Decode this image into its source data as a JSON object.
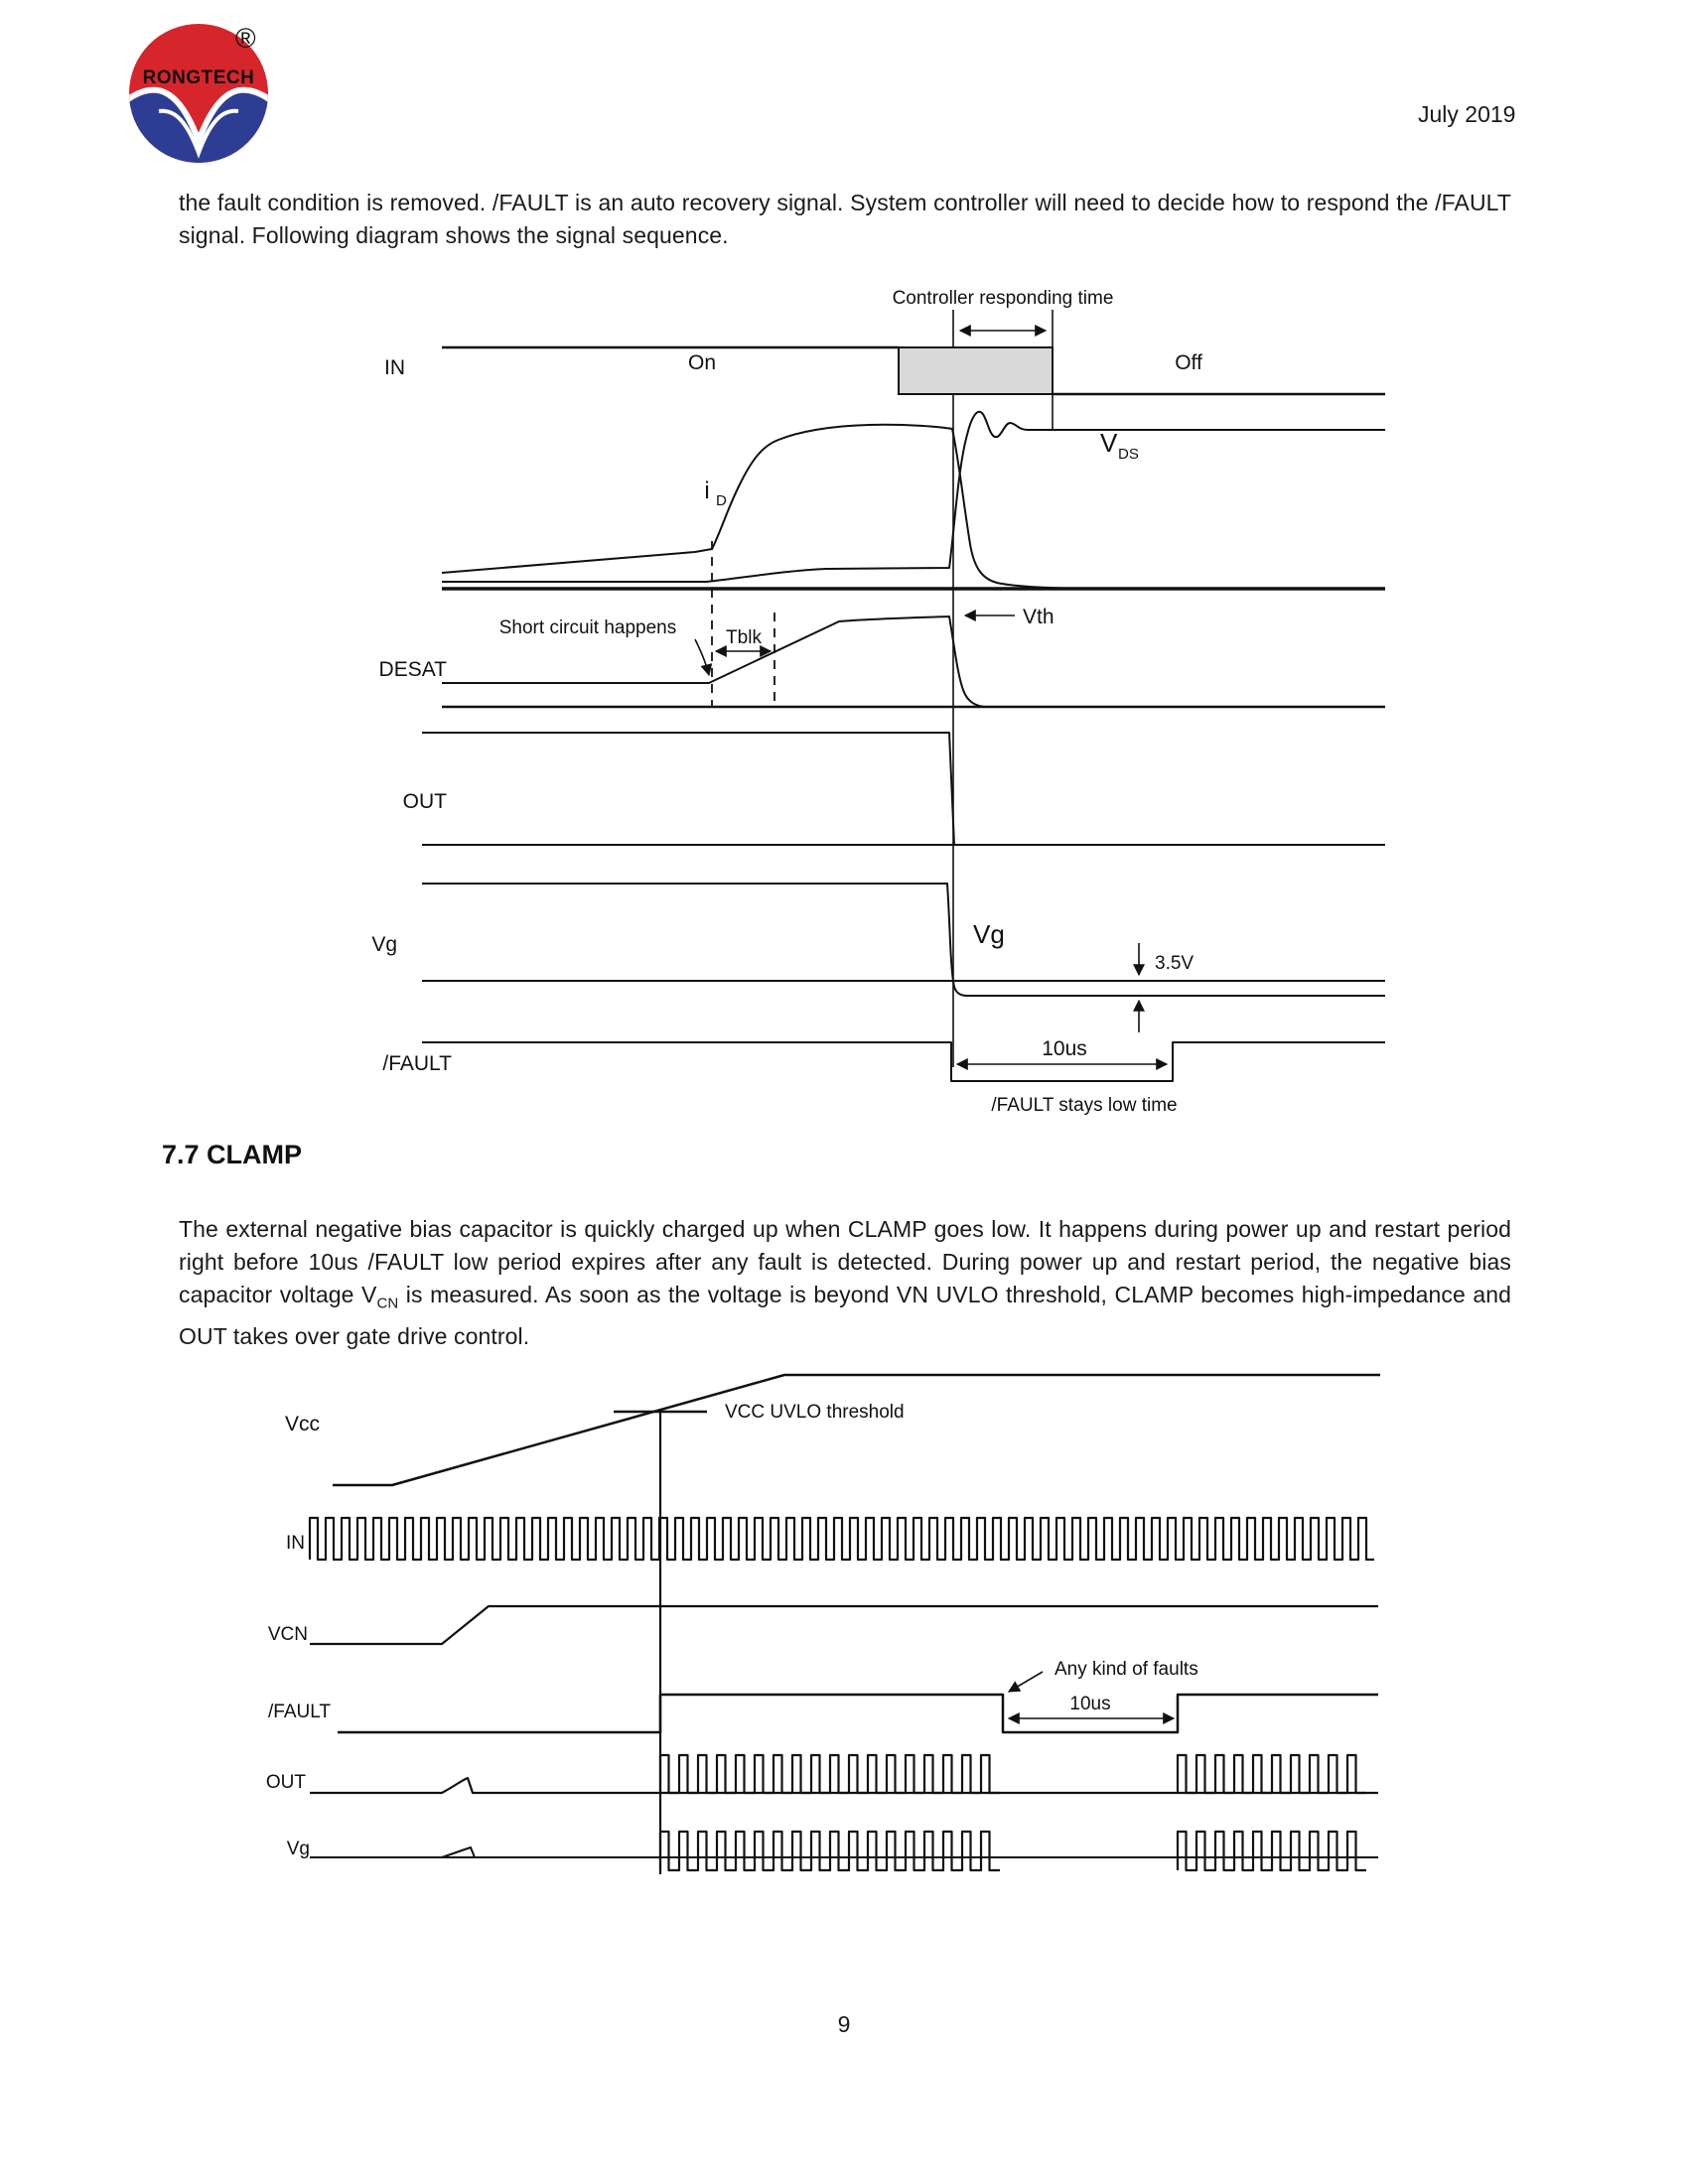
{
  "brand": {
    "logo_text": "RONGTECH",
    "registered": "®",
    "red": "#d6252b",
    "blue": "#2e3d94"
  },
  "header": {
    "date": "July 2019"
  },
  "intro": {
    "text": "the fault condition is removed. /FAULT is an auto recovery signal. System controller will need to decide how to respond the /FAULT signal. Following diagram shows the signal sequence."
  },
  "diagram1": {
    "box_fill": "#d9d9d9",
    "controller_responding_time": "Controller responding time",
    "in": "IN",
    "on": "On",
    "off": "Off",
    "id_main": "i",
    "id_sub": "D",
    "vds_main": "V",
    "vds_sub": "DS",
    "vth": "Vth",
    "short_circuit": "Short circuit happens",
    "tblk": "Tblk",
    "desat": "DESAT",
    "out": "OUT",
    "vg": "Vg",
    "vg2": "Vg",
    "v35": "3.5V",
    "fault": "/FAULT",
    "t10us": "10us",
    "fault_low": "/FAULT stays low time"
  },
  "section": {
    "heading": "7.7 CLAMP"
  },
  "clamp": {
    "before_sub": "The external negative bias capacitor is quickly charged up when CLAMP goes low. It happens during power up and restart period right before 10us /FAULT low period expires after any fault is detected. During power up and restart period, the negative bias capacitor voltage V",
    "sub": "CN",
    "after_sub": " is measured. As soon as the voltage is beyond VN UVLO threshold, CLAMP becomes high-impedance and OUT takes over gate drive control."
  },
  "diagram2": {
    "vcc": "Vcc",
    "uvlo": "VCC UVLO threshold",
    "in": "IN",
    "vcn": "VCN",
    "fault": "/FAULT",
    "any_faults": "Any kind of faults",
    "t10us": "10us",
    "out": "OUT",
    "vg": "Vg"
  },
  "footer": {
    "page_number": "9"
  }
}
